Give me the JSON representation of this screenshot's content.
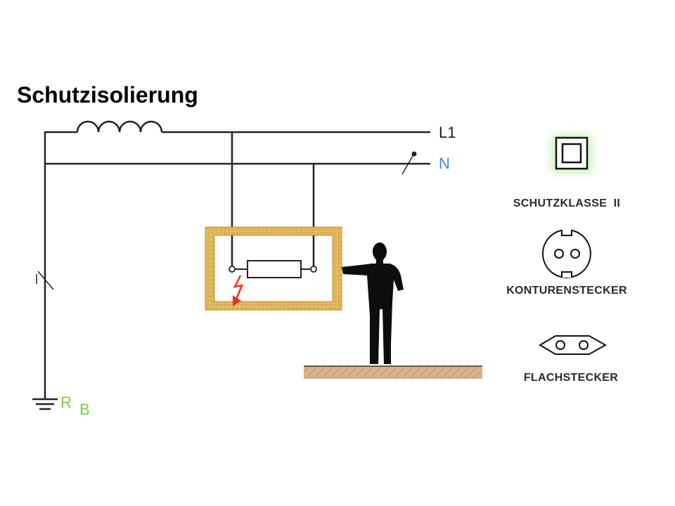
{
  "title": "Schutzisolierung",
  "wires": {
    "l1_label": "L1",
    "n_label": "N",
    "earth_label": "R",
    "earth_subscript": "B"
  },
  "symbols": [
    {
      "name": "schutzklasse-ii",
      "icon": "double-square-icon",
      "caption": "SCHUTZKLASSE  II"
    },
    {
      "name": "konturenstecker",
      "icon": "contour-plug-icon",
      "caption": "KONTURENSTECKER"
    },
    {
      "name": "flachstecker",
      "icon": "flat-plug-icon",
      "caption": "FLACHSTECKER"
    }
  ],
  "colors": {
    "line": "#222222",
    "neutral": "#3d8fd6",
    "earth": "#7dcf3a",
    "fault": "#e8341c",
    "insulation": "#e0b75a",
    "glow": "#9be87a"
  }
}
